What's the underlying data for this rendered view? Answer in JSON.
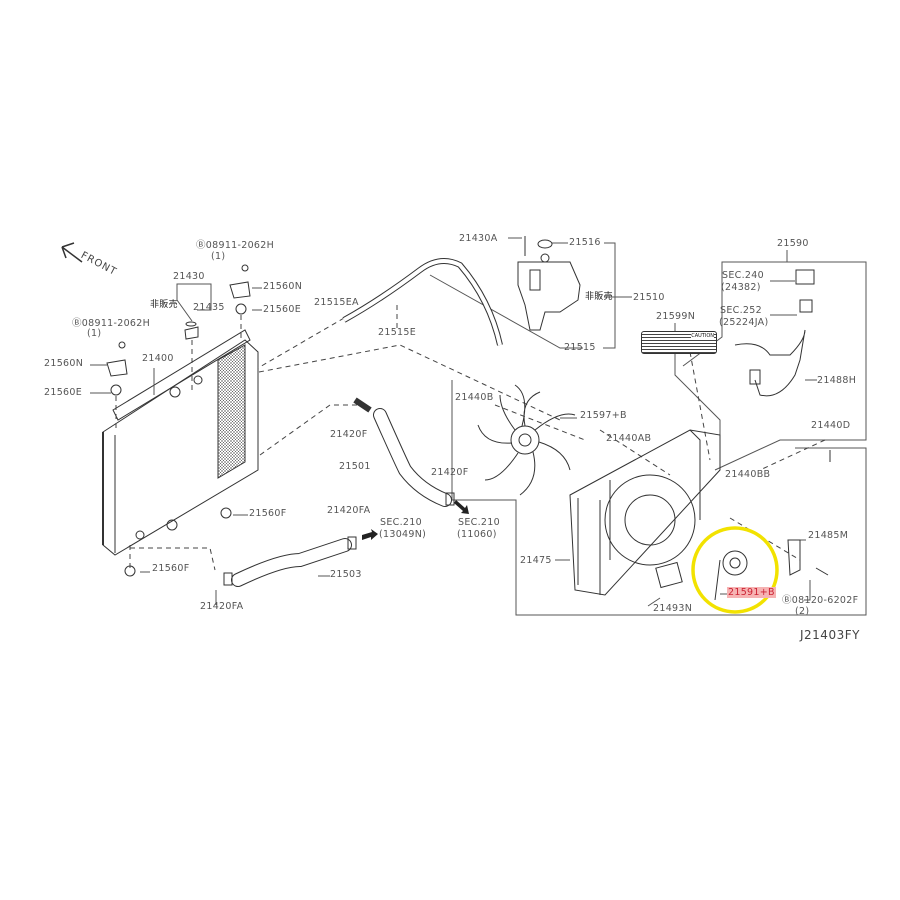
{
  "diagram": {
    "reference_code": "J21403FY",
    "front_label": "FRONT",
    "caution_label_text": "CAUTION",
    "highlight_color": "#f2e200",
    "labels": {
      "bolt_upper_right": "Ⓑ08911-2062H",
      "bolt_upper_right_qty": "(1)",
      "bolt_upper_left": "Ⓑ08911-2062H",
      "bolt_upper_left_qty": "(1)",
      "p21430": "21430",
      "not_sold_1": "非販売",
      "p21435": "21435",
      "p21560N_right": "21560N",
      "p21560E_right": "21560E",
      "p21560N_left": "21560N",
      "p21560E_left": "21560E",
      "p21400": "21400",
      "p21515EA": "21515EA",
      "p21515E": "21515E",
      "p21430A": "21430A",
      "p21516": "21516",
      "not_sold_2": "非販売",
      "p21510": "21510",
      "p21515": "21515",
      "p21599N": "21599N",
      "p21590": "21590",
      "sec240": "SEC.240",
      "sec240_ref": "(24382)",
      "sec252": "SEC.252",
      "sec252_ref": "(25224JA)",
      "p21488H": "21488H",
      "p21440D": "21440D",
      "p21440B": "21440B",
      "p21597B": "21597+B",
      "p21440AB": "21440AB",
      "p21420F_a": "21420F",
      "p21501": "21501",
      "p21420F_b": "21420F",
      "p21440BB": "21440BB",
      "p21560F_a": "21560F",
      "p21420FA_a": "21420FA",
      "sec210_a": "SEC.210",
      "sec210_a_ref": "(13049N)",
      "sec210_b": "SEC.210",
      "sec210_b_ref": "(11060)",
      "p21485M": "21485M",
      "p21475": "21475",
      "p21560F_b": "21560F",
      "p21503": "21503",
      "p21591B": "21591+B",
      "bolt_lower": "Ⓑ08120-6202F",
      "bolt_lower_qty": "(2)",
      "p21420FA_b": "21420FA",
      "p21493N": "21493N"
    }
  }
}
